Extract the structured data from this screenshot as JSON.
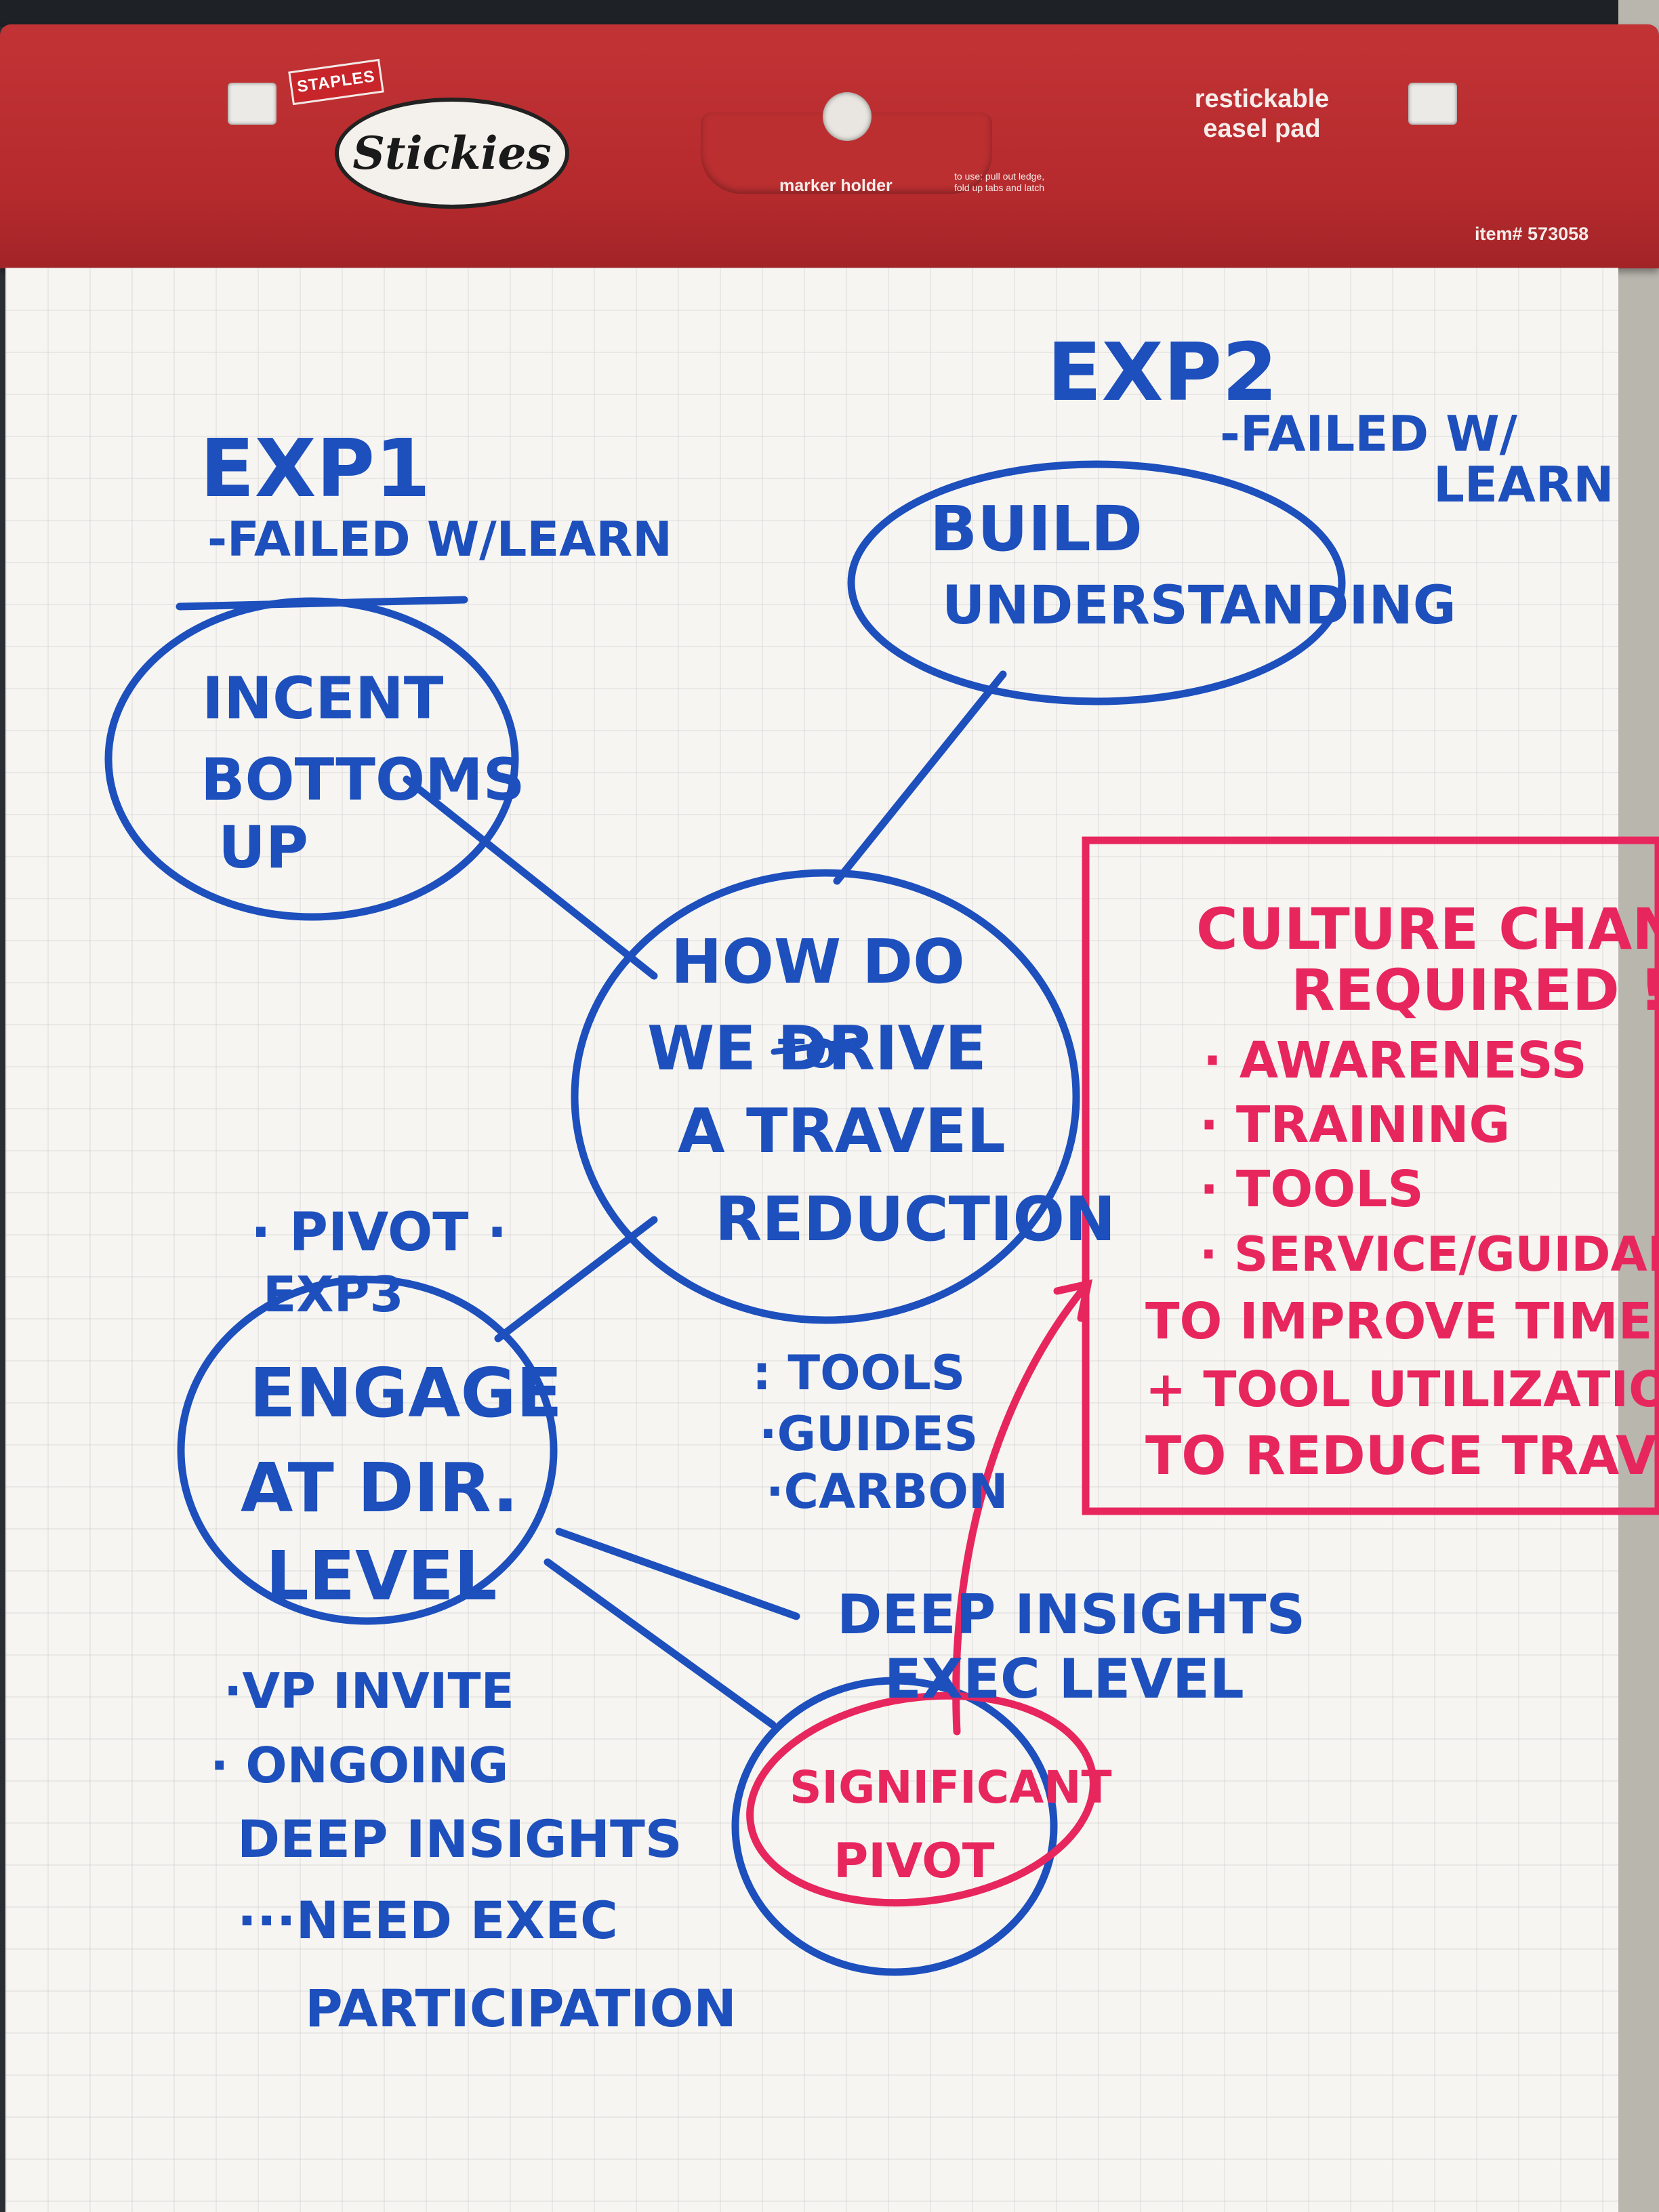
{
  "easel_header": {
    "brand_badge": "STAPLES",
    "logo": "Stickies",
    "product": "restickable\neasel pad",
    "tray_label": "marker holder",
    "instructions": "to use: pull out ledge,\nfold up tabs and latch",
    "item_number": "item# 573058"
  },
  "flipchart": {
    "exp1": {
      "heading": "EXP1",
      "note": "-FAILED W/LEARN",
      "bubble": [
        "INCENT",
        "BOTTOMS",
        "UP"
      ]
    },
    "exp2": {
      "heading": "EXP2",
      "note": [
        "-FAILED W/",
        "LEARN"
      ],
      "bubble": [
        "BUILD",
        "UNDERSTANDING"
      ]
    },
    "center": {
      "bubble": [
        "HOW DO",
        "WE DRIVE",
        "A TRAVEL",
        "REDUCTION"
      ],
      "struck_word": "TO",
      "bullets": [
        ": TOOLS",
        "·GUIDES",
        "·CARBON"
      ]
    },
    "exp3": {
      "pivot_tag": "· PIVOT ·",
      "heading": "EXP3",
      "bubble": [
        "ENGAGE",
        "AT DIR.",
        "LEVEL"
      ],
      "bullets": [
        "·VP INVITE",
        "· ONGOING",
        "DEEP INSIGHTS",
        "···NEED EXEC",
        "PARTICIPATION"
      ]
    },
    "deep_insights": [
      "DEEP INSIGHTS",
      "EXEC LEVEL"
    ],
    "significant_pivot": [
      "SIGNIFICANT",
      "PIVOT"
    ],
    "culture_box": {
      "title": [
        "CULTURE CHANGE",
        "REQUIRED !!"
      ],
      "bullets": [
        "· AWARENESS",
        "· TRAINING",
        "· TOOLS",
        "· SERVICE/GUIDANCE"
      ],
      "footer": [
        "TO IMPROVE TIME",
        "+ TOOL UTILIZATION",
        "TO REDUCE TRAVEL"
      ]
    }
  },
  "colors": {
    "blue_marker": "#1d4fbd",
    "pink_marker": "#e8265e",
    "header_red": "#b52a2d",
    "paper": "#f6f5f1"
  }
}
